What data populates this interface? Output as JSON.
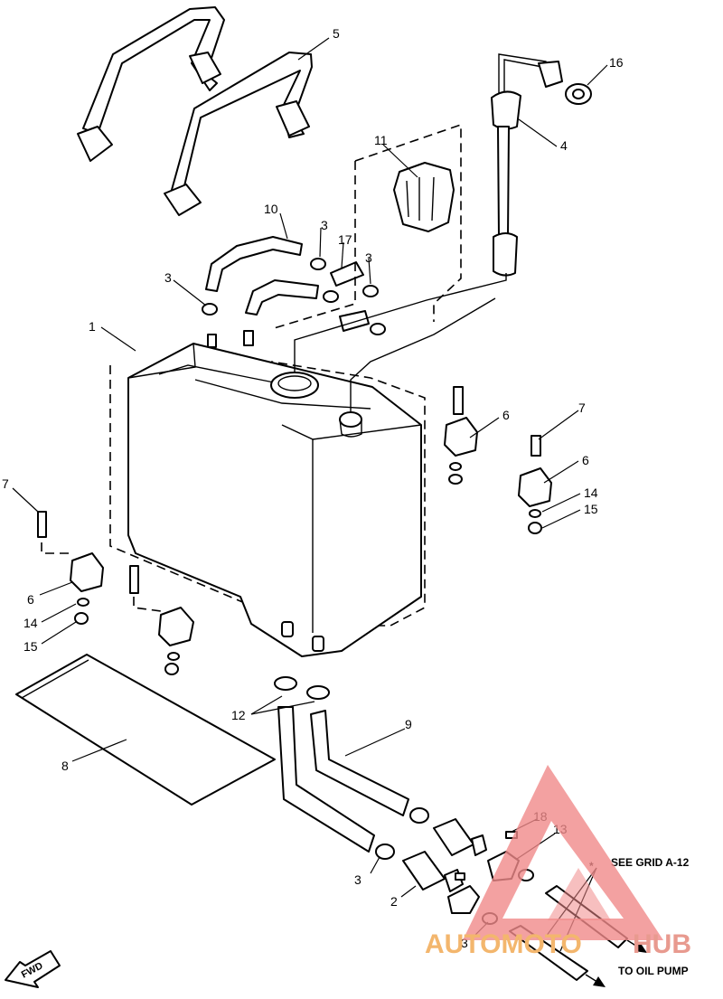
{
  "diagram": {
    "callouts": [
      "1",
      "2",
      "3",
      "3",
      "3",
      "3",
      "3",
      "4",
      "5",
      "6",
      "6",
      "6",
      "7",
      "7",
      "8",
      "9",
      "10",
      "11",
      "12",
      "13",
      "14",
      "14",
      "15",
      "15",
      "16",
      "17",
      "18"
    ],
    "notes": {
      "see_grid": "SEE GRID A-12",
      "to_oil_pump": "TO OIL PUMP",
      "fwd": "FWD"
    },
    "watermark": {
      "part1": "AUTOMOTO",
      "part2": "HUB",
      "color_primary": "#f3b66d",
      "color_secondary": "#e89a8f",
      "triangle_color": "#f08a8a"
    }
  }
}
